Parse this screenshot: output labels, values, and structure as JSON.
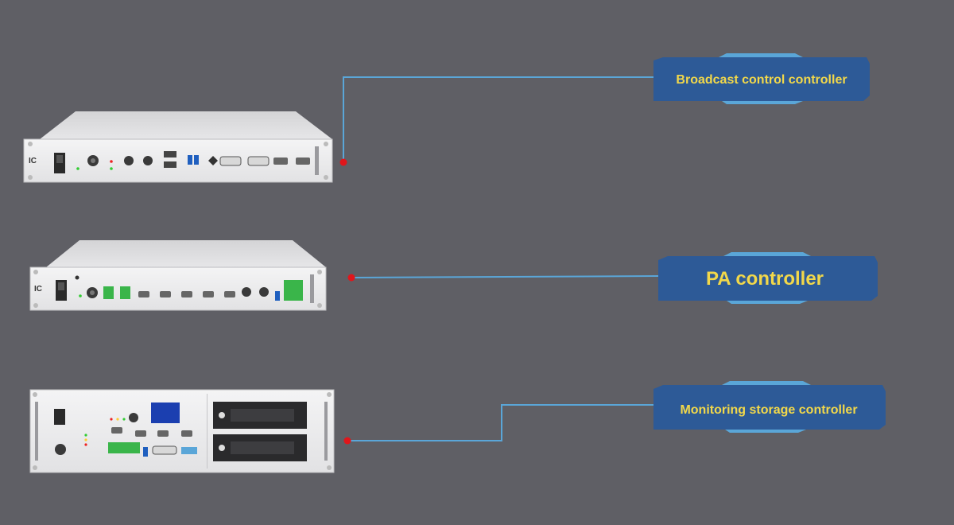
{
  "colors": {
    "background": "#5f5f65",
    "connector_line": "#5aa6d8",
    "connector_dot": "#e0161b",
    "label_fill": "#2d5a97",
    "label_text": "#f2d84a",
    "device_body": "#e9e9ea",
    "device_top": "#dcdcde"
  },
  "brand_mark": "IC",
  "devices": [
    {
      "id": "broadcast",
      "label": "Broadcast control controller",
      "chassis": "1U"
    },
    {
      "id": "pa",
      "label": "PA controller",
      "chassis": "1U"
    },
    {
      "id": "monitoring",
      "label": "Monitoring storage controller",
      "chassis": "2U"
    }
  ]
}
